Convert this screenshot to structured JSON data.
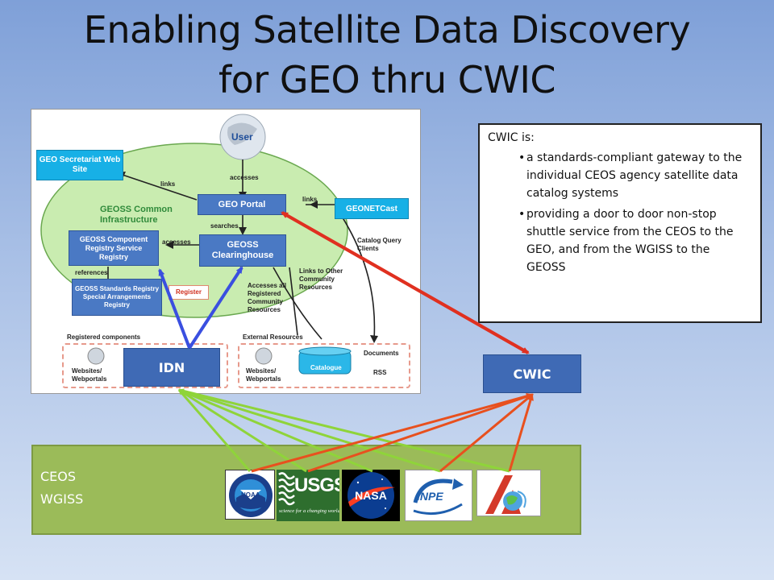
{
  "slide": {
    "title_line1": "Enabling Satellite Data Discovery",
    "title_line2": "for GEO thru CWIC"
  },
  "diagram": {
    "user": "User",
    "geo_secretariat": "GEO Secretariat Web Site",
    "geoss_common": "GEOSS Common Infrastructure",
    "geo_portal": "GEO Portal",
    "geonetcast": "GEONETCast",
    "component_registry": "GEOSS Component Registry Service Registry",
    "clearinghouse": "GEOSS Clearinghouse",
    "standards_registry": "GEOSS Standards Registry Special Arrangements Registry",
    "register": "Register",
    "label_links_left": "links",
    "label_accesses_top": "accesses",
    "label_links_right": "links",
    "label_searches": "searches",
    "label_accesses_mid": "accesses",
    "label_references": "references",
    "label_catalog_query": "Catalog Query Clients",
    "label_links_other": "Links to Other Community Resources",
    "label_accesses_all": "Accesses all Registered Community Resources",
    "registered_components": "Registered components",
    "external_resources": "External Resources",
    "websites_left": "Websites/ Webportals",
    "websites_right": "Websites/ Webportals",
    "catalogue": "Catalogue",
    "documents": "Documents",
    "rss": "RSS"
  },
  "callout": {
    "heading": "CWIC is:",
    "bullets": [
      "a standards-compliant gateway to the individual CEOS agency satellite data catalog systems",
      "providing a door to door non-stop shuttle service from the CEOS to the GEO, and from the WGISS to the GEOSS"
    ]
  },
  "nodes": {
    "idn": "IDN",
    "cwic": "CWIC"
  },
  "panel": {
    "line1": "CEOS",
    "line2": "WGISS"
  },
  "logos": {
    "noaa": "NOAA",
    "usgs": "USGS",
    "usgs_tagline": "science for a changing world",
    "nasa": "NASA",
    "inpe": "INPE",
    "fifth_icon": "earth-e-icon"
  },
  "colors": {
    "background_top": "#7fa0d8",
    "node_fill": "#3f6ab5",
    "panel_fill": "#9bbb59",
    "arrow_red": "#e03020",
    "arrow_orange": "#e8501e",
    "arrow_green": "#8fd43a",
    "arrow_blue": "#3a4fe0"
  }
}
